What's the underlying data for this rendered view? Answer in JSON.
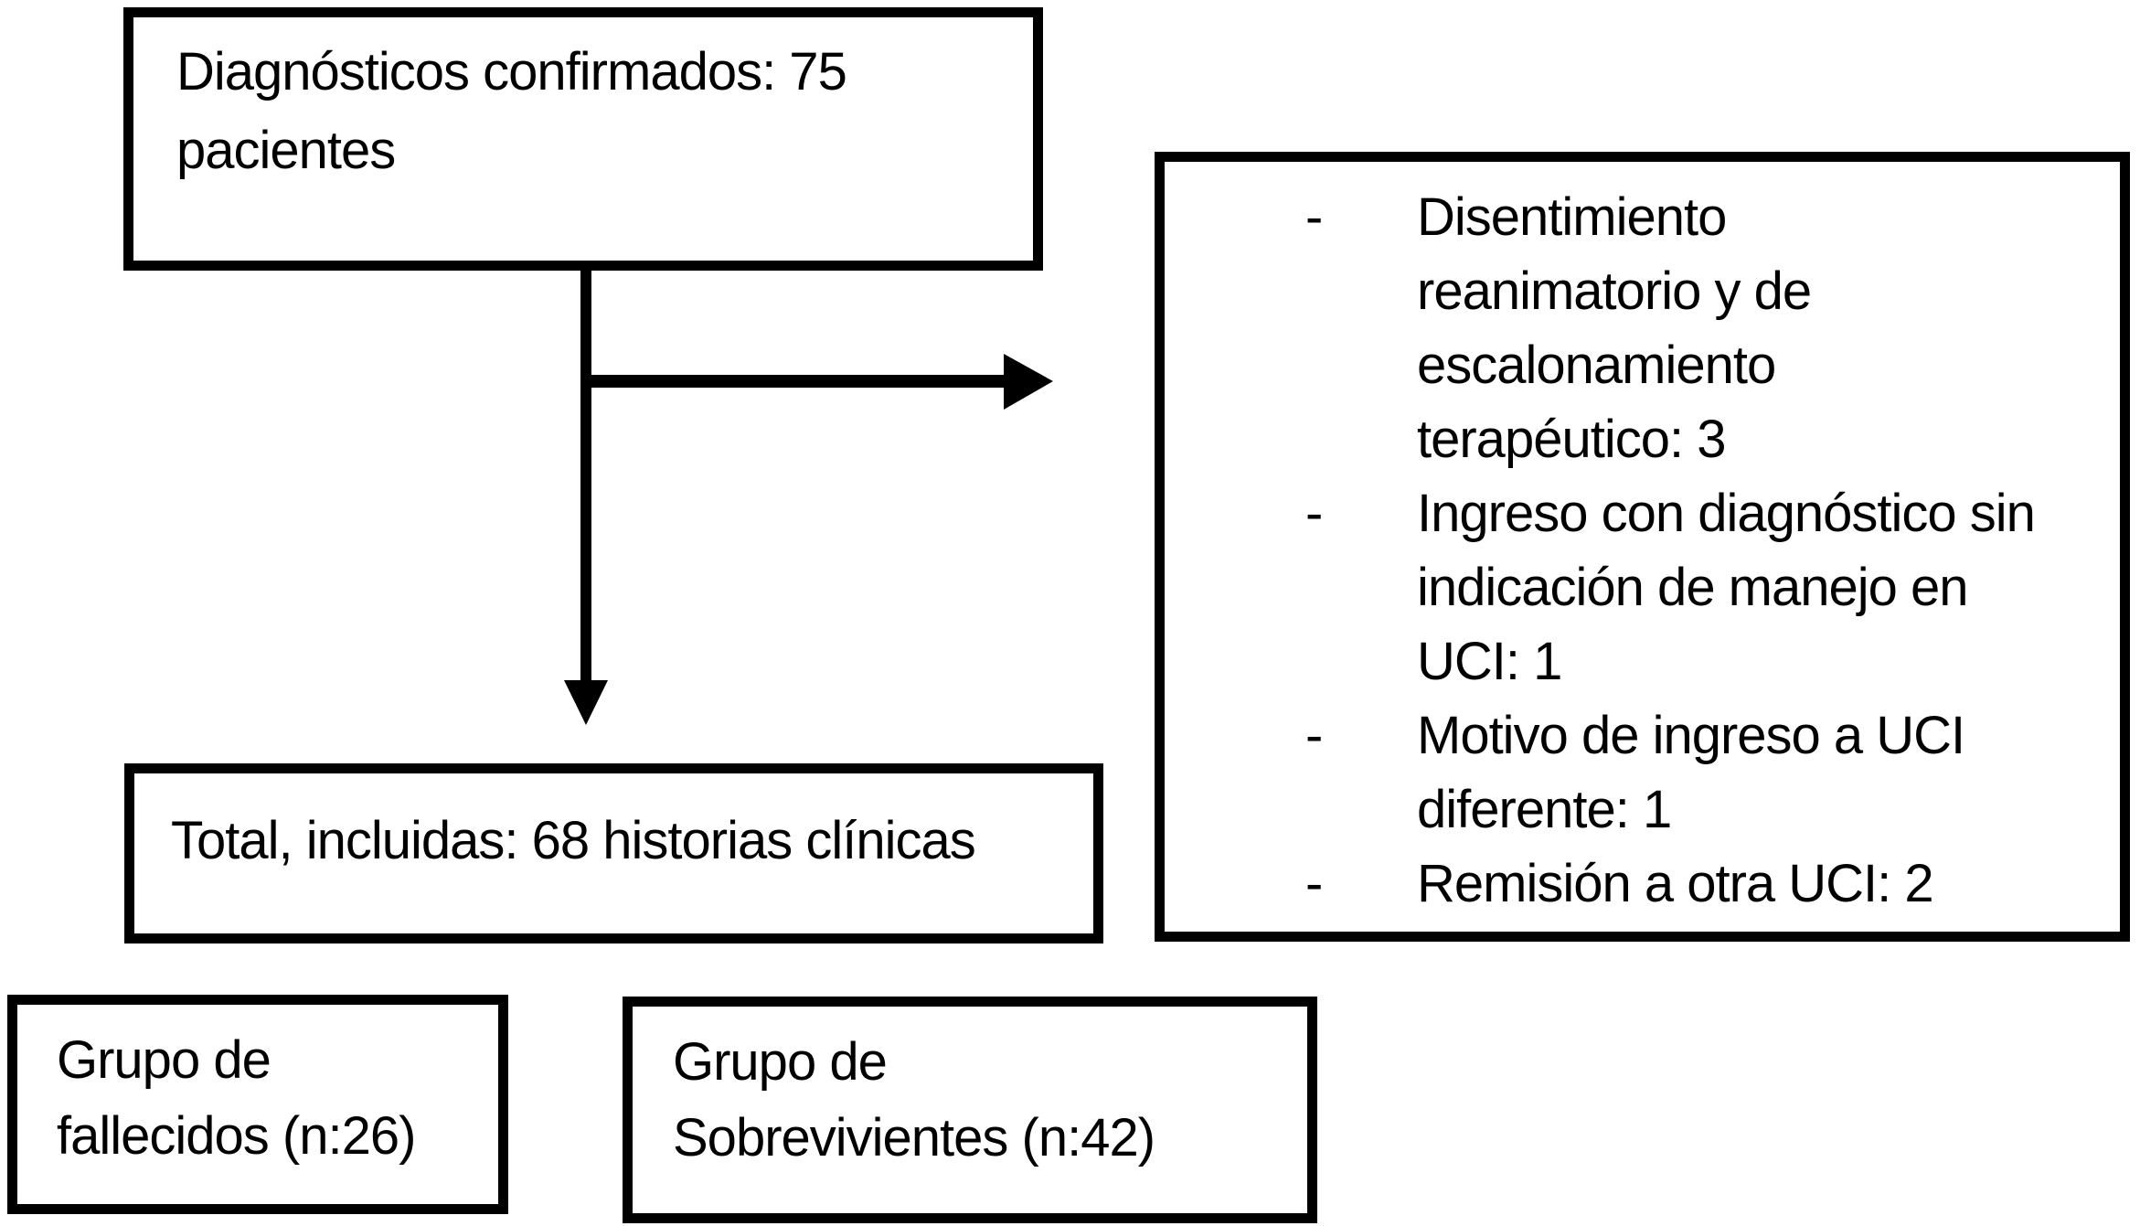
{
  "colors": {
    "background": "#ffffff",
    "border": "#000000",
    "text": "#000000",
    "arrow": "#000000"
  },
  "boxes": {
    "confirmed": {
      "lines": [
        "Diagnósticos confirmados: 75",
        "pacientes"
      ]
    },
    "exclusions": {
      "items": [
        {
          "marker": "-",
          "lines": [
            "Disentimiento",
            "reanimatorio y de",
            "escalonamiento",
            "terapéutico: 3"
          ]
        },
        {
          "marker": "-",
          "lines": [
            "Ingreso con diagnóstico sin",
            "indicación de manejo en",
            "UCI: 1"
          ]
        },
        {
          "marker": "-",
          "lines": [
            "Motivo de ingreso a UCI",
            "diferente: 1"
          ]
        },
        {
          "marker": "-",
          "lines": [
            "Remisión a otra UCI: 2"
          ]
        }
      ]
    },
    "total": {
      "lines": [
        "Total, incluidas: 68 historias clínicas"
      ]
    },
    "deceased": {
      "lines": [
        "Grupo de",
        "fallecidos (n:26)"
      ]
    },
    "survivors": {
      "lines": [
        "Grupo de",
        "Sobrevivientes (n:42)"
      ]
    }
  }
}
